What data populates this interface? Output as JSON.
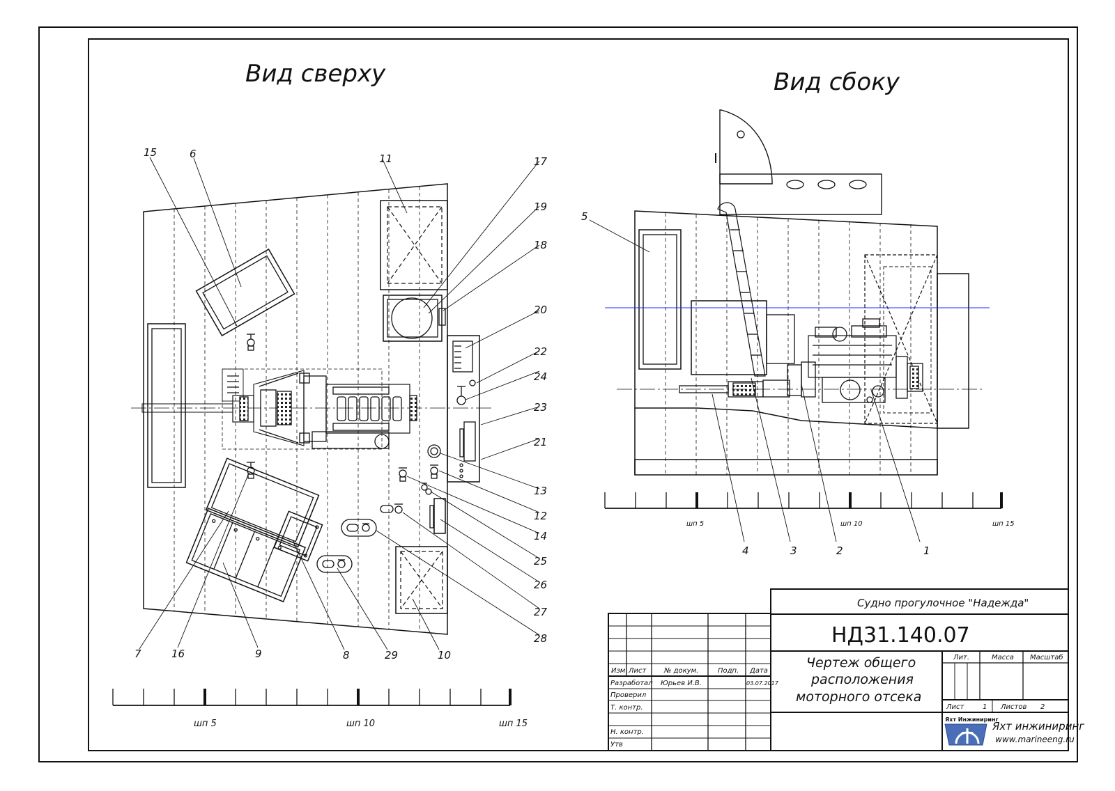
{
  "views": {
    "top": "Вид сверху",
    "side": "Вид сбоку"
  },
  "top_callouts": {
    "n15": "15",
    "n6": "6",
    "n11": "11",
    "n17": "17",
    "n19": "19",
    "n18": "18",
    "n20": "20",
    "n22": "22",
    "n24": "24",
    "n23": "23",
    "n21": "21",
    "n13": "13",
    "n12": "12",
    "n14": "14",
    "n25": "25",
    "n26": "26",
    "n27": "27",
    "n28": "28",
    "n7": "7",
    "n16": "16",
    "n9": "9",
    "n8": "8",
    "n29": "29",
    "n10": "10"
  },
  "side_callouts": {
    "n5": "5",
    "n4": "4",
    "n3": "3",
    "n2": "2",
    "n1": "1"
  },
  "top_scale": {
    "label_a": "шп 5",
    "label_b": "шп 10",
    "label_c": "шп 15"
  },
  "side_scale": {
    "label_a": "шп 5",
    "label_b": "шп 10",
    "label_c": "шп 15"
  },
  "title_block": {
    "project": "Судно прогулочное \"Надежда\"",
    "code": "НД31.140.07",
    "name_line1": "Чертеж общего",
    "name_line2": "расположения",
    "name_line3": "моторного отсека",
    "col_izm": "Изм",
    "col_list": "Лист",
    "col_docnum": "№ докум.",
    "col_sign": "Подп.",
    "col_date": "Дата",
    "row_developed": "Разработал",
    "row_checked": "Проверил",
    "row_tcontrol": "Т. контр.",
    "row_ncontrol": "Н. контр.",
    "row_approved": "Утв",
    "developer_name": "Юрьев И.В.",
    "developer_date": "03.07.2017",
    "lit_label": "Лит.",
    "mass_label": "Масса",
    "scale_label": "Масштаб",
    "sheet_label": "Лист",
    "sheet_value": "1",
    "sheets_label": "Листов",
    "sheets_value": "2",
    "logo_text": "Яхт Инжиниринг",
    "company": "Яхт инжиниринг",
    "website": "www.marineeng.ru"
  },
  "colors": {
    "line": "#111111",
    "waterline": "#1a2cff",
    "logo": "#4a6fb8"
  }
}
